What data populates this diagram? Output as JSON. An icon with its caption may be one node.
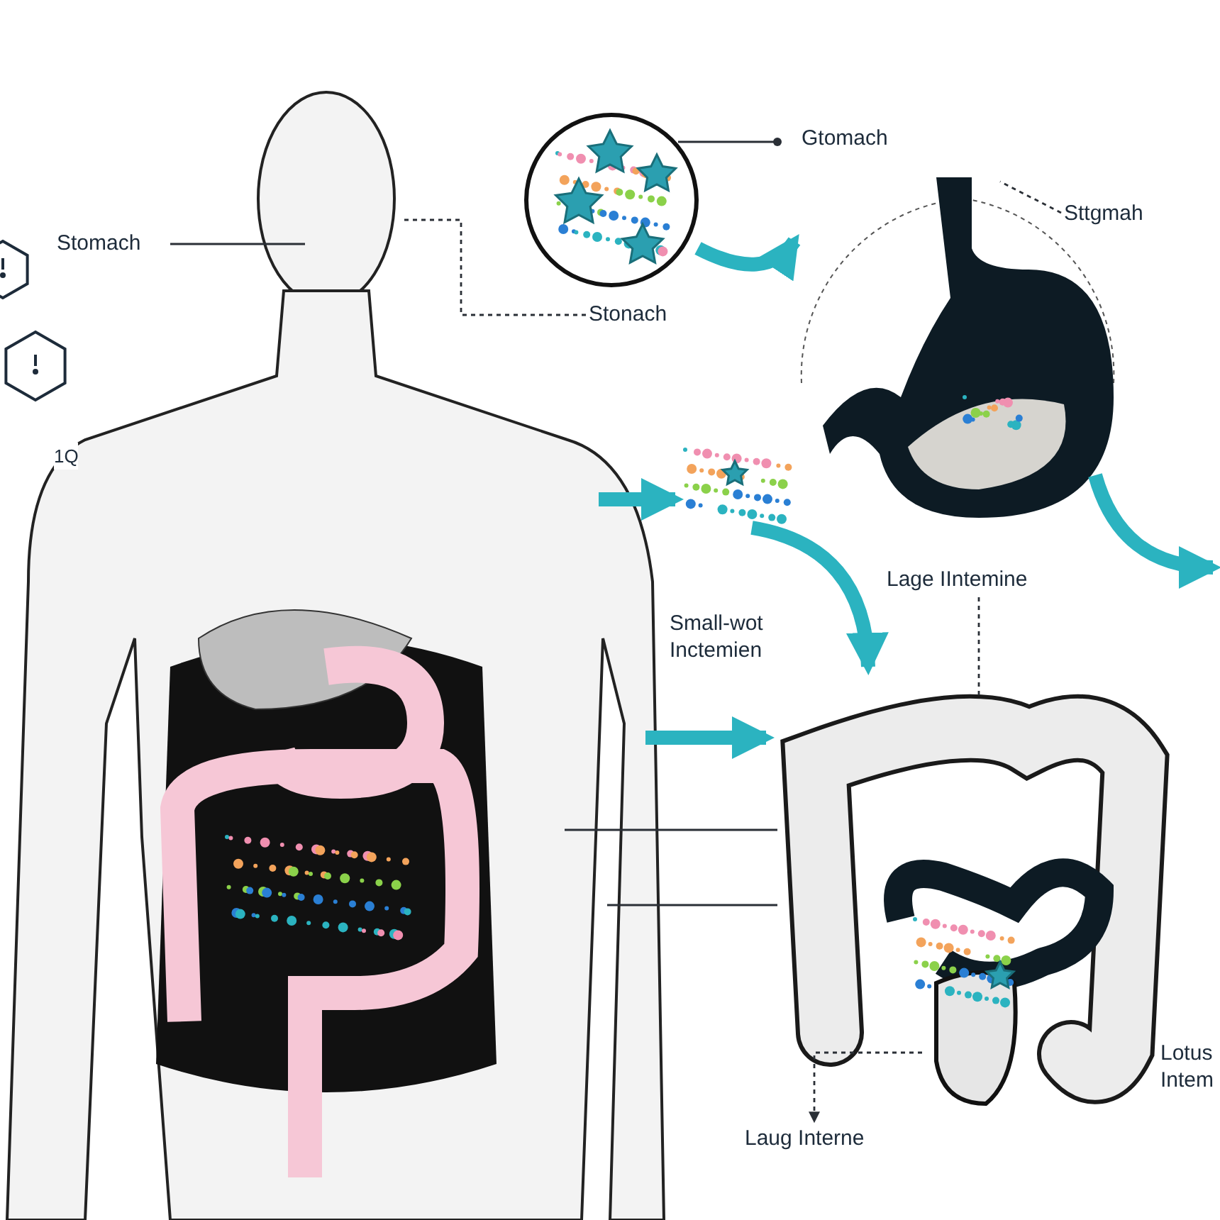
{
  "diagram": {
    "nodes": [
      {
        "text": [
          "Stomach"
        ]
      },
      {
        "text": [],
        "shape": "picture"
      },
      {
        "text": [],
        "shape": "picture"
      },
      {
        "text": [
          "Gtomach"
        ]
      },
      {
        "text": [
          "Stonach"
        ]
      },
      {
        "text": [],
        "shape": "picture"
      },
      {
        "text": [
          "Sttgmah"
        ]
      },
      {
        "text": [],
        "shape": "picture"
      },
      {
        "text": [
          "Lage IIntemine"
        ]
      },
      {
        "text": [],
        "shape": "picture"
      },
      {
        "text": [
          "Laug Interne"
        ]
      },
      {
        "text": [
          "Lotus Intem"
        ]
      }
    ],
    "edges": [
      {
        "from": 0,
        "to": 1,
        "arrow": "none"
      },
      {
        "from": 2,
        "to": 3,
        "arrow": "other"
      },
      {
        "from": 4,
        "to": 1,
        "arrow": "none",
        "style": "dashed"
      },
      {
        "from": 6,
        "to": 5,
        "arrow": "none",
        "style": "dashed"
      },
      {
        "from": 2,
        "to": 5,
        "arrow": "to",
        "style": "thick",
        "color": "#2bb3c0"
      },
      {
        "from": 1,
        "to": 7,
        "arrow": "to",
        "style": "thick",
        "color": "#2bb3c0"
      },
      {
        "from": 7,
        "to": 9,
        "arrow": "to",
        "style": "thick",
        "color": "#2bb3c0"
      },
      {
        "from": 1,
        "to": 9,
        "arrow": "to",
        "style": "thick",
        "color": "#2bb3c0"
      },
      {
        "from": 8,
        "to": 9,
        "arrow": "none",
        "style": "dashed"
      },
      {
        "from": 1,
        "to": 9,
        "arrow": "none"
      },
      {
        "from": 1,
        "to": 9,
        "arrow": "none"
      },
      {
        "from": 9,
        "to": 10,
        "arrow": "to",
        "style": "dashed"
      },
      {
        "from": 5,
        "to": null,
        "arrow": "to",
        "style": "thick",
        "color": "#2bb3c0"
      }
    ],
    "labels": [
      "1Q",
      "Small-wot Inctemien"
    ]
  }
}
